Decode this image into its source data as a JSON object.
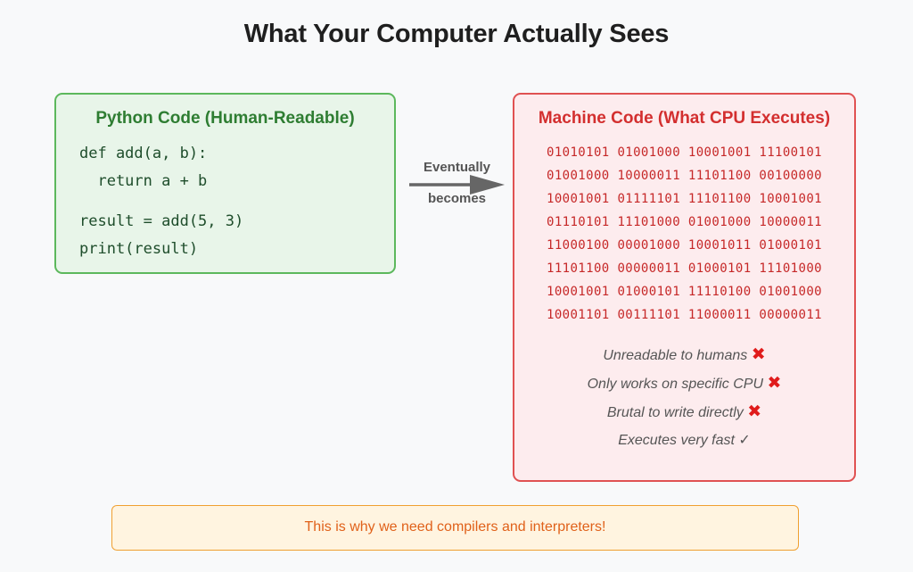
{
  "title": "What Your Computer Actually Sees",
  "python_panel": {
    "title": "Python Code (Human-Readable)",
    "code_lines": [
      "def add(a, b):",
      "  return a + b",
      "result = add(5, 3)",
      "print(result)"
    ]
  },
  "arrow": {
    "label_top": "Eventually",
    "label_bottom": "becomes"
  },
  "machine_panel": {
    "title": "Machine Code (What CPU Executes)",
    "binary_lines": [
      "01010101 01001000 10001001 11100101",
      "01001000 10000011 11101100 00100000",
      "10001001 01111101 11101100 10001001",
      "01110101 11101000 01001000 10000011",
      "11000100 00001000 10001011 01000101",
      "11101100 00000011 01000101 11101000",
      "10001001 01000101 11110100 01001000",
      "10001101 00111101 11000011 00000011"
    ],
    "notes": [
      {
        "text": "Unreadable to humans",
        "mark": "✖"
      },
      {
        "text": "Only works on specific CPU",
        "mark": "✖"
      },
      {
        "text": "Brutal to write directly",
        "mark": "✖"
      },
      {
        "text": "Executes very fast",
        "mark": "✓"
      }
    ]
  },
  "footer": {
    "text": "This is why we need compilers and interpreters!"
  },
  "colors": {
    "python_accent": "#2e7d32",
    "machine_accent": "#d32f2f",
    "footer_accent": "#e0611a",
    "cross_mark": "#e01b1b"
  }
}
